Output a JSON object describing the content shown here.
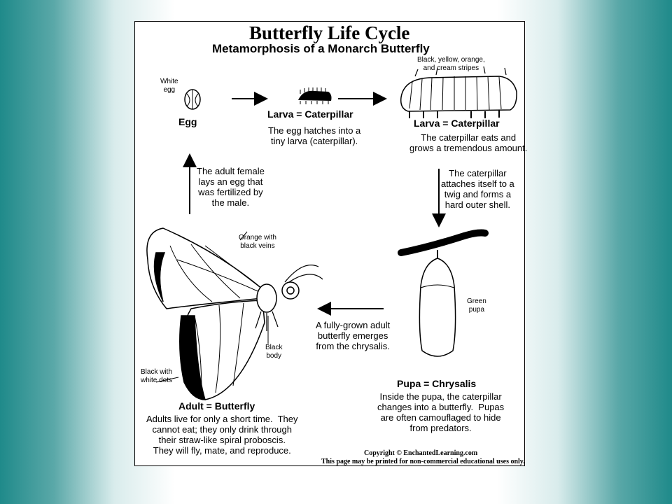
{
  "title": "Butterfly Life Cycle",
  "subtitle": "Metamorphosis of a Monarch Butterfly",
  "stages": {
    "egg": {
      "label": "Egg",
      "note": "White\negg"
    },
    "larva_small": {
      "label": "Larva = Caterpillar",
      "desc": "The egg hatches into a\ntiny larva (caterpillar)."
    },
    "larva_big": {
      "label": "Larva = Caterpillar",
      "note": "Black, yellow, orange,\nand cream stripes",
      "desc": "The caterpillar eats and\ngrows a tremendous amount."
    },
    "pupa": {
      "label": "Pupa = Chrysalis",
      "note": "Green\npupa",
      "desc": "Inside the pupa, the caterpillar\nchanges into a butterfly.  Pupas\nare often camouflaged to hide\nfrom predators."
    },
    "adult": {
      "label": "Adult = Butterfly",
      "note_wing": "Orange with\nblack veins",
      "note_body": "Black\nbody",
      "note_dots": "Black with\nwhite dots",
      "desc": "Adults live for only a short time.  They\ncannot eat; they only drink through\ntheir straw-like spiral proboscis.\nThey will fly, mate, and reproduce."
    }
  },
  "transitions": {
    "to_pupa": "The caterpillar\nattaches itself to a\ntwig and forms a\nhard outer shell.",
    "to_adult": "A fully-grown adult\nbutterfly emerges\nfrom the chrysalis.",
    "to_egg": "The adult female\nlays an egg that\nwas fertilized by\nthe male."
  },
  "copyright": {
    "line1": "Copyright © EnchantedLearning.com",
    "line2": "This page may be printed for non-commercial educational uses only."
  }
}
